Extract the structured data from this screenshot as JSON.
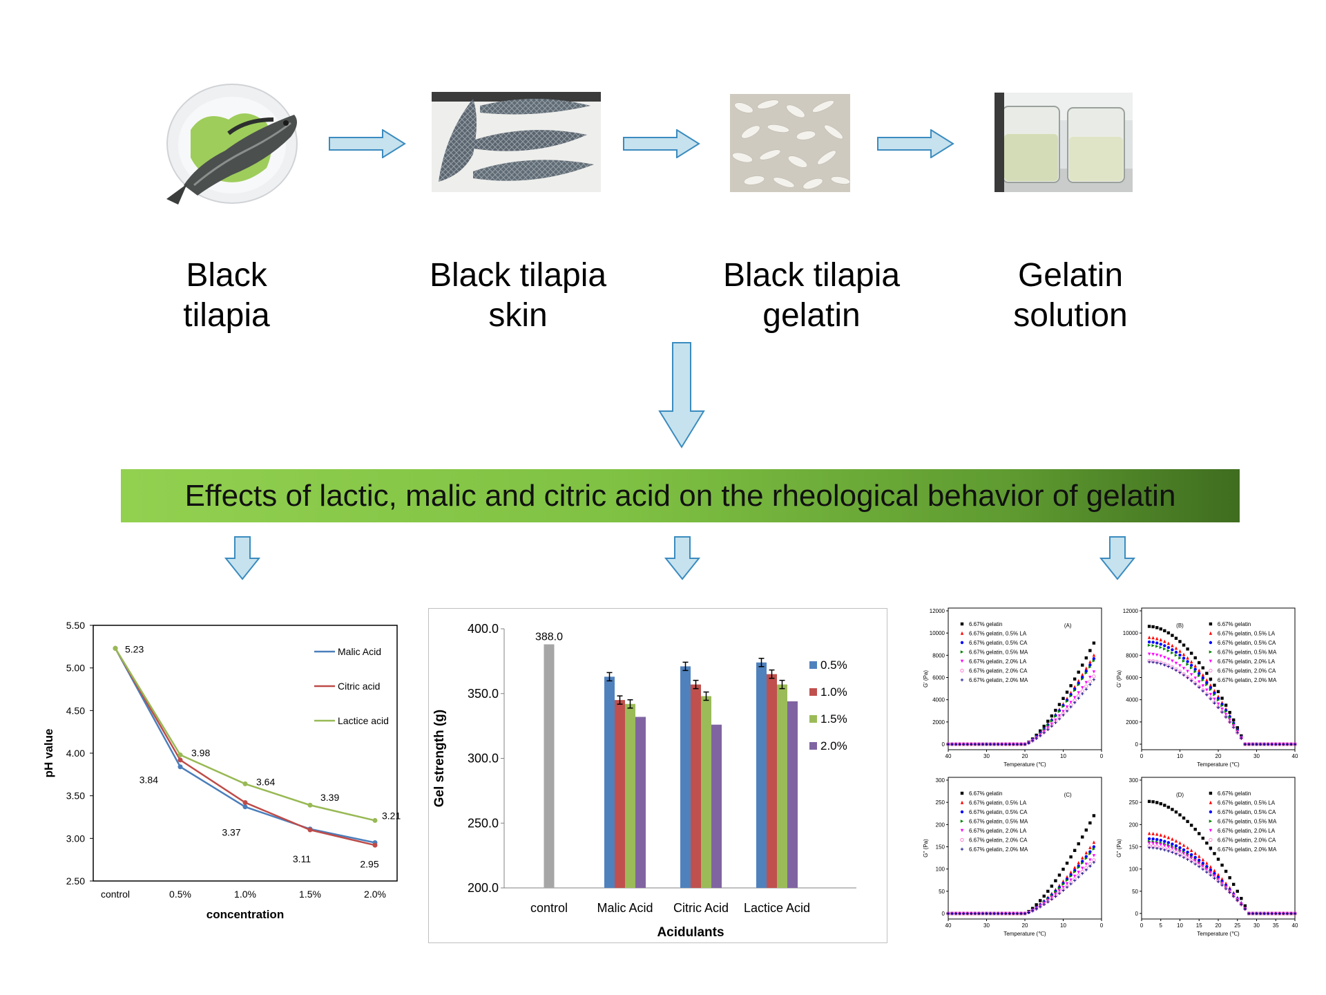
{
  "flow": {
    "steps": [
      {
        "label_line1": "Black",
        "label_line2": "tilapia"
      },
      {
        "label_line1": "Black tilapia",
        "label_line2": "skin"
      },
      {
        "label_line1": "Black tilapia",
        "label_line2": "gelatin"
      },
      {
        "label_line1": "Gelatin",
        "label_line2": "solution"
      }
    ],
    "banner_text": "Effects of lactic, malic and citric acid on the rheological behavior of gelatin"
  },
  "colors": {
    "arrow_fill": "#c6e2ee",
    "arrow_stroke": "#3a8bbf",
    "banner_start": "#92d050",
    "banner_end": "#3f6d1f"
  },
  "chart_data": [
    {
      "type": "line",
      "title": "",
      "xlabel": "concentration",
      "ylabel": "pH value",
      "categories": [
        "control",
        "0.5%",
        "1.0%",
        "1.5%",
        "2.0%"
      ],
      "ylim": [
        2.5,
        5.5
      ],
      "yticks": [
        "5.50",
        "5.00",
        "4.50",
        "4.00",
        "3.50",
        "3.00",
        "2.50"
      ],
      "legend_position": "top-right",
      "series": [
        {
          "name": "Malic Acid",
          "color": "#4a7ebb",
          "values": [
            5.23,
            3.84,
            3.37,
            3.11,
            2.95
          ]
        },
        {
          "name": "Citric acid",
          "color": "#be4b48",
          "values": [
            5.23,
            3.92,
            3.42,
            3.1,
            2.92
          ]
        },
        {
          "name": "Lactice acid",
          "color": "#98b954",
          "values": [
            5.23,
            3.98,
            3.64,
            3.39,
            3.21
          ]
        }
      ],
      "data_labels": [
        "5.23",
        "3.98",
        "3.84",
        "3.64",
        "3.37",
        "3.39",
        "3.11",
        "3.21",
        "2.95"
      ]
    },
    {
      "type": "bar",
      "title": "",
      "xlabel": "Acidulants",
      "ylabel": "Gel strength (g)",
      "categories": [
        "control",
        "Malic Acid",
        "Citric Acid",
        "Lactice Acid"
      ],
      "ylim": [
        200,
        400
      ],
      "yticks": [
        "400.0",
        "350.0",
        "300.0",
        "250.0",
        "200.0"
      ],
      "control_value": 388.0,
      "control_label": "388.0",
      "control_color": "#a6a6a6",
      "legend_position": "right",
      "series": [
        {
          "name": "0.5%",
          "color": "#4f81bd",
          "values": [
            363,
            371,
            374
          ]
        },
        {
          "name": "1.0%",
          "color": "#c0504d",
          "values": [
            345,
            357,
            365
          ]
        },
        {
          "name": "1.5%",
          "color": "#9bbb59",
          "values": [
            342,
            348,
            357
          ]
        },
        {
          "name": "2.0%",
          "color": "#8064a2",
          "values": [
            332,
            326,
            344
          ]
        }
      ]
    },
    {
      "type": "scatter",
      "panel": "(A)",
      "xlabel": "Temperature (℃)",
      "ylabel": "G' (Pa)",
      "xlim": [
        40,
        0
      ],
      "ylim": [
        0,
        12000
      ],
      "xticks": [
        "40",
        "30",
        "20",
        "10",
        "0"
      ],
      "yticks": [
        "12000",
        "10000",
        "8000",
        "6000",
        "4000",
        "2000",
        "0"
      ],
      "legend": [
        "6.67% gelatin",
        "6.67% gelatin, 0.5% LA",
        "6.67% gelatin, 0.5% CA",
        "6.67% gelatin, 0.5% MA",
        "6.67% gelatin, 2.0% LA",
        "6.67% gelatin, 2.0% CA",
        "6.67% gelatin, 2.0% MA"
      ],
      "series_end_values": [
        9100,
        8000,
        7700,
        7500,
        6500,
        6100,
        5800
      ],
      "onset_temperature": 20
    },
    {
      "type": "scatter",
      "panel": "(B)",
      "xlabel": "Temperature (℃)",
      "ylabel": "G' (Pa)",
      "xlim": [
        0,
        40
      ],
      "ylim": [
        0,
        12000
      ],
      "xticks": [
        "0",
        "10",
        "20",
        "30",
        "40"
      ],
      "yticks": [
        "12000",
        "10000",
        "8000",
        "6000",
        "4000",
        "2000",
        "0"
      ],
      "legend": [
        "6.67% gelatin",
        "6.67% gelatin, 0.5% LA",
        "6.67% gelatin, 0.5% CA",
        "6.67% gelatin, 0.5% MA",
        "6.67% gelatin, 2.0% LA",
        "6.67% gelatin, 2.0% CA",
        "6.67% gelatin, 2.0% MA"
      ],
      "series_start_values": [
        10600,
        9600,
        9200,
        8900,
        8100,
        7500,
        7400
      ],
      "melt_temperature": 27
    },
    {
      "type": "scatter",
      "panel": "(C)",
      "xlabel": "Temperature (℃)",
      "ylabel": "G'' (Pa)",
      "xlim": [
        40,
        0
      ],
      "ylim": [
        0,
        300
      ],
      "xticks": [
        "40",
        "30",
        "20",
        "10",
        "0"
      ],
      "yticks": [
        "300",
        "250",
        "200",
        "150",
        "100",
        "50",
        "0"
      ],
      "legend": [
        "6.67% gelatin",
        "6.67% gelatin, 0.5% LA",
        "6.67% gelatin, 0.5% CA",
        "6.67% gelatin, 0.5% MA",
        "6.67% gelatin, 2.0% LA",
        "6.67% gelatin, 2.0% CA",
        "6.67% gelatin, 2.0% MA"
      ],
      "series_end_values": [
        220,
        160,
        150,
        145,
        130,
        120,
        115
      ],
      "onset_temperature": 20
    },
    {
      "type": "scatter",
      "panel": "(D)",
      "xlabel": "Temperature (℃)",
      "ylabel": "G'' (Pa)",
      "xlim": [
        0,
        40
      ],
      "ylim": [
        0,
        300
      ],
      "xticks": [
        "0",
        "5",
        "10",
        "15",
        "20",
        "25",
        "30",
        "35",
        "40"
      ],
      "yticks": [
        "300",
        "250",
        "200",
        "150",
        "100",
        "50",
        "0"
      ],
      "legend": [
        "6.67% gelatin",
        "6.67% gelatin, 0.5% LA",
        "6.67% gelatin, 0.5% CA",
        "6.67% gelatin, 0.5% MA",
        "6.67% gelatin, 2.0% LA",
        "6.67% gelatin, 2.0% CA",
        "6.67% gelatin, 2.0% MA"
      ],
      "series_start_values": [
        252,
        180,
        168,
        162,
        158,
        152,
        148
      ],
      "melt_temperature": 28
    }
  ]
}
